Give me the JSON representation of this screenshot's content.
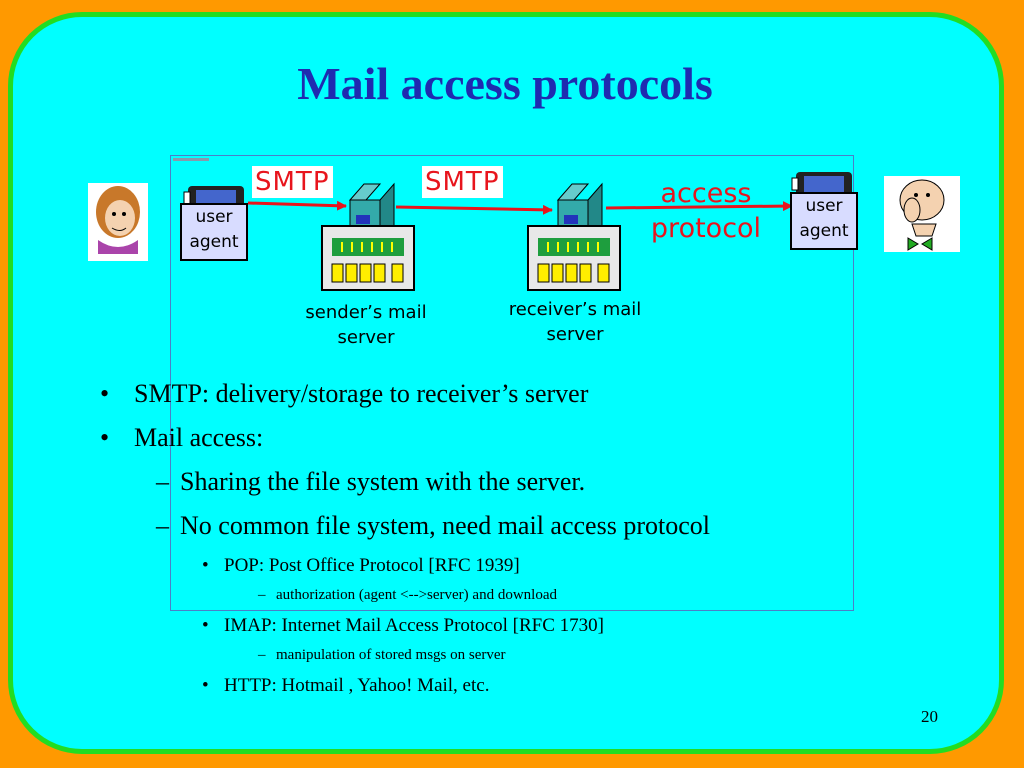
{
  "slide": {
    "title": "Mail access protocols",
    "page_number": "20"
  },
  "diagram": {
    "smtp_label_1": "SMTP",
    "smtp_label_2": "SMTP",
    "access_protocol_line1": "access",
    "access_protocol_line2": "protocol",
    "user_agent_left_line1": "user",
    "user_agent_left_line2": "agent",
    "user_agent_right_line1": "user",
    "user_agent_right_line2": "agent",
    "sender_server_line1": "sender’s mail",
    "sender_server_line2": "server",
    "receiver_server_line1": "receiver’s mail",
    "receiver_server_line2": "server"
  },
  "bullets": {
    "b1": "SMTP: delivery/storage to receiver’s server",
    "b2": "Mail access:",
    "b2_sub1": "Sharing the file system with the server.",
    "b2_sub2": "No common file system, need mail access protocol",
    "pop": "POP: Post Office Protocol [RFC 1939]",
    "pop_sub": "authorization (agent <-->server) and download",
    "imap": "IMAP: Internet Mail Access Protocol [RFC 1730]",
    "imap_sub": "manipulation of stored msgs on server",
    "http": "HTTP: Hotmail , Yahoo! Mail, etc."
  },
  "colors": {
    "background": "#FF9900",
    "panel": "#00FFFF",
    "panel_border": "#22DD22",
    "title": "#1F2BB0",
    "arrow": "#E8141C"
  }
}
